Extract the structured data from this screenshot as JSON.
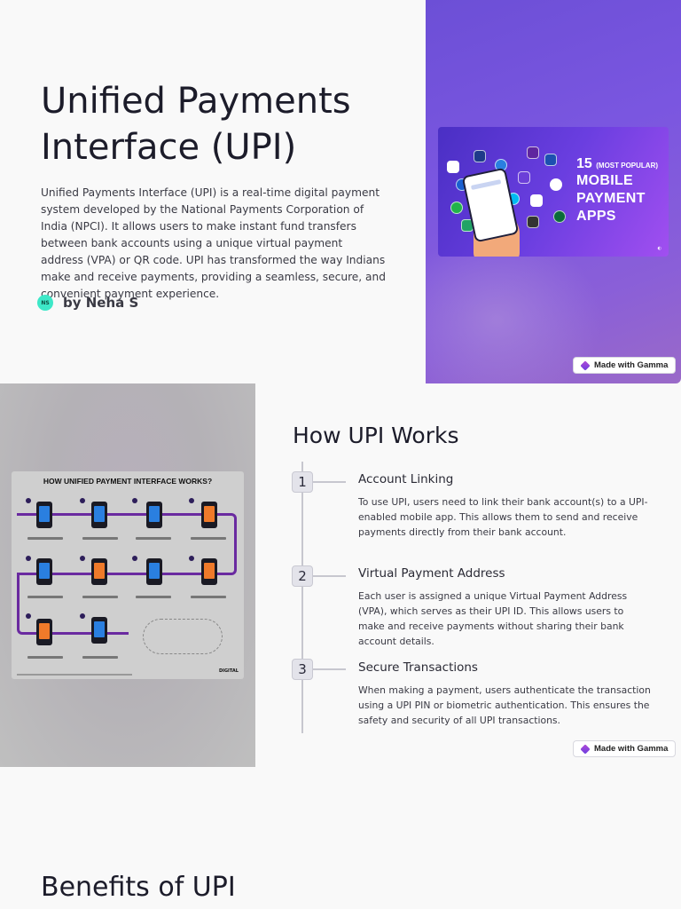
{
  "slide1": {
    "title": "Unified Payments Interface (UPI)",
    "description": "Unified Payments Interface (UPI) is a real-time digital payment system developed by the National Payments Corporation of India (NPCI). It allows users to make instant fund transfers between bank accounts using a unique virtual payment address (VPA) or QR code. UPI has transformed the way Indians make and receive payments, providing a seamless, secure, and convenient payment experience.",
    "author_initials": "NS",
    "author": "by Neha S",
    "promo": {
      "line1_number": "15",
      "line1_small": "(MOST POPULAR)",
      "line2": "MOBILE",
      "line3": "PAYMENT",
      "line4": "APPS"
    },
    "badge": "Made with Gamma"
  },
  "slide2": {
    "title": "How UPI Works",
    "infographic_title": "HOW UNIFIED PAYMENT INTERFACE WORKS?",
    "infographic_logo": "DIGITAL",
    "steps": [
      {
        "number": "1",
        "heading": "Account Linking",
        "text": "To use UPI, users need to link their bank account(s) to a UPI-enabled mobile app. This allows them to send and receive payments directly from their bank account."
      },
      {
        "number": "2",
        "heading": "Virtual Payment Address",
        "text": "Each user is assigned a unique Virtual Payment Address (VPA), which serves as their UPI ID. This allows users to make and receive payments without sharing their bank account details."
      },
      {
        "number": "3",
        "heading": "Secure Transactions",
        "text": "When making a payment, users authenticate the transaction using a UPI PIN or biometric authentication. This ensures the safety and security of all UPI transactions."
      }
    ],
    "badge": "Made with Gamma"
  },
  "slide3": {
    "title": "Benefits of UPI"
  },
  "colors": {
    "panel_purple": "#7a56e0",
    "timeline_gray": "#c7c7cf",
    "avatar_teal": "#3de8c8"
  }
}
